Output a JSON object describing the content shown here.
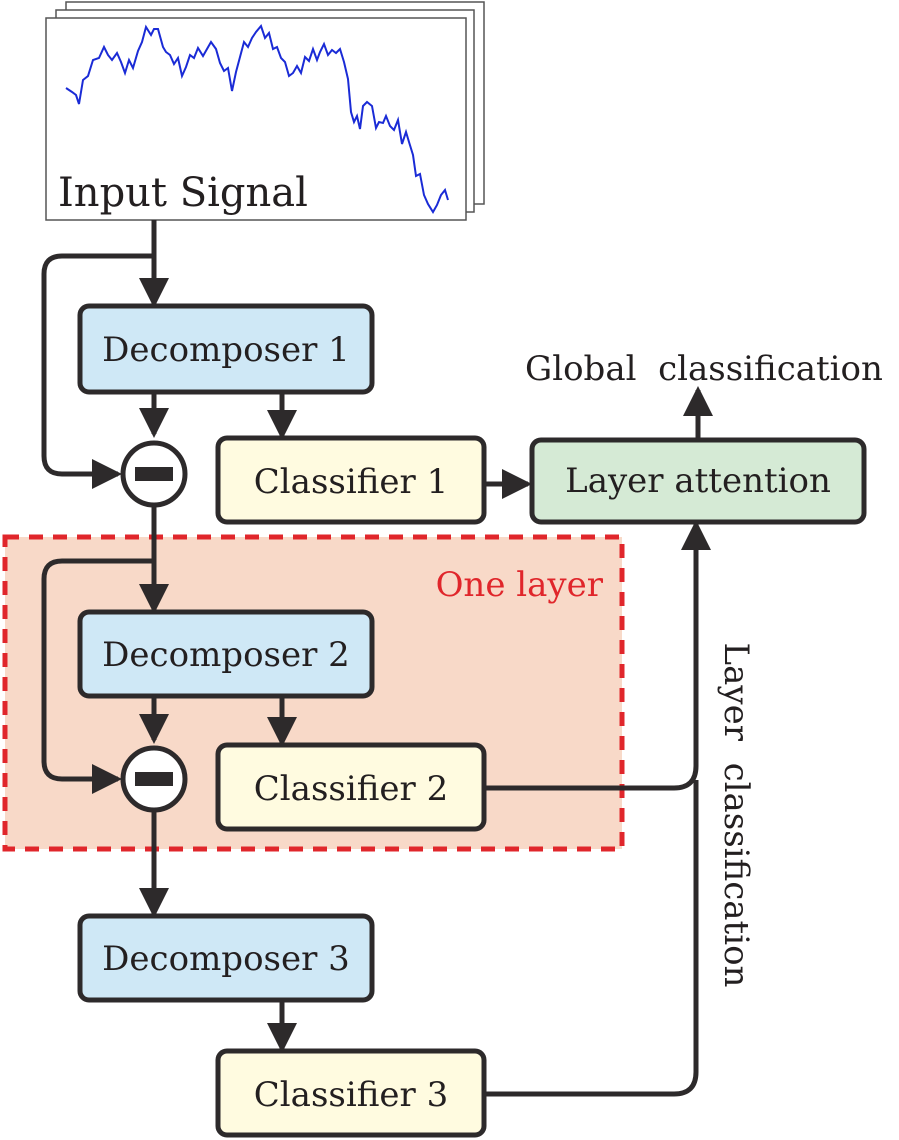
{
  "colors": {
    "decomposer_fill": "#cfe8f6",
    "classifier_fill": "#fffbe0",
    "attention_fill": "#d5ead5",
    "region_fill": "#f8d9c8",
    "region_border": "#e0262b",
    "region_label": "#e0262b",
    "line": "#2d2a2b",
    "signal": "#1a2bd6"
  },
  "input": {
    "label": "Input Signal"
  },
  "decomposers": [
    {
      "label": "Decomposer 1"
    },
    {
      "label": "Decomposer 2"
    },
    {
      "label": "Decomposer 3"
    }
  ],
  "classifiers": [
    {
      "label": "Classifier 1"
    },
    {
      "label": "Classifier 2"
    },
    {
      "label": "Classifier 3"
    }
  ],
  "attention": {
    "label": "Layer attention"
  },
  "outputs": {
    "global": "Global  classification",
    "layer": "Layer  classification"
  },
  "region": {
    "label": "One layer"
  },
  "icons": {
    "subtract": "minus-circle-icon"
  }
}
